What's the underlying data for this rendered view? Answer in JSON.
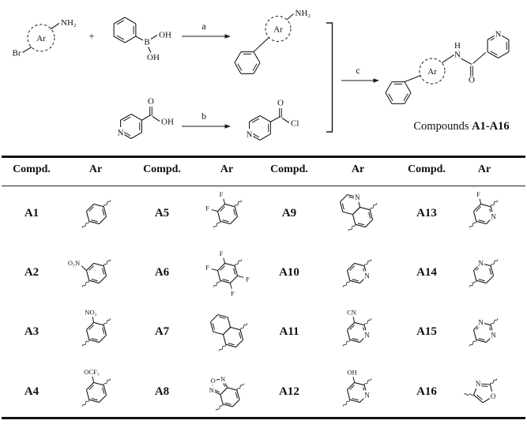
{
  "scheme": {
    "reactant1": {
      "ar": "Ar",
      "nh2": "NH₂",
      "br": "Br"
    },
    "plus": "+",
    "boronic_acid": {
      "b": "B",
      "oh_top": "OH",
      "oh_bottom": "OH"
    },
    "arrow_a": "a",
    "intermediate": {
      "ar": "Ar",
      "nh2": "NH₂"
    },
    "nicotinic_acid": {
      "n": "N",
      "o": "O",
      "oh": "OH"
    },
    "arrow_b": "b",
    "acyl_chloride": {
      "n": "N",
      "o": "O",
      "cl": "Cl"
    },
    "arrow_c": "c",
    "product": {
      "ar": "Ar",
      "h": "H",
      "n": "N",
      "o": "O",
      "pyridine_n": "N"
    },
    "caption": {
      "normal": "Compounds ",
      "bold": "A1-A16"
    }
  },
  "table": {
    "headers": [
      "Compd.",
      "Ar",
      "Compd.",
      "Ar",
      "Compd.",
      "Ar",
      "Compd.",
      "Ar"
    ],
    "compounds": [
      {
        "id": "A1",
        "ar": "benzene-1,4-diyl",
        "labels": []
      },
      {
        "id": "A2",
        "ar": "nitrobenzene-1,4-diyl (nitro ortho to lower link)",
        "labels": [
          "O₂N"
        ]
      },
      {
        "id": "A3",
        "ar": "nitrobenzene-1,4-diyl (nitro ortho to upper link)",
        "labels": [
          "NO₂"
        ]
      },
      {
        "id": "A4",
        "ar": "2-(trifluoromethoxy)benzene-1,4-diyl",
        "labels": [
          "OCF₃"
        ]
      },
      {
        "id": "A5",
        "ar": "2,3-difluorobenzene-1,4-diyl",
        "labels": [
          "F",
          "F"
        ]
      },
      {
        "id": "A6",
        "ar": "2,3,5,6-tetrafluorobenzene-1,4-diyl",
        "labels": [
          "F",
          "F",
          "F",
          "F"
        ]
      },
      {
        "id": "A7",
        "ar": "naphthalene-1,4-diyl",
        "labels": []
      },
      {
        "id": "A8",
        "ar": "benzo[c][1,2,5]oxadiazole-4,7-diyl",
        "labels": [
          "N",
          "O",
          "N"
        ]
      },
      {
        "id": "A9",
        "ar": "quinoline-5,8-diyl",
        "labels": [
          "N"
        ]
      },
      {
        "id": "A10",
        "ar": "pyridine-2,5-diyl",
        "labels": [
          "N"
        ]
      },
      {
        "id": "A11",
        "ar": "3-cyanopyridine-2,5-diyl",
        "labels": [
          "CN",
          "N"
        ]
      },
      {
        "id": "A12",
        "ar": "3-hydroxypyridine-2,5-diyl",
        "labels": [
          "OH",
          "N"
        ]
      },
      {
        "id": "A13",
        "ar": "3-fluoropyridine-2,5-diyl",
        "labels": [
          "F",
          "N"
        ]
      },
      {
        "id": "A14",
        "ar": "pyridine-2,5-diyl (N upper-left)",
        "labels": [
          "N"
        ]
      },
      {
        "id": "A15",
        "ar": "pyrimidine-2,5-diyl",
        "labels": [
          "N",
          "N"
        ]
      },
      {
        "id": "A16",
        "ar": "1,3-oxazole-2,4-diyl",
        "labels": [
          "N",
          "O"
        ]
      }
    ],
    "grid_order": [
      "A1",
      "A5",
      "A9",
      "A13",
      "A2",
      "A6",
      "A10",
      "A14",
      "A3",
      "A7",
      "A11",
      "A15",
      "A4",
      "A8",
      "A12",
      "A16"
    ]
  }
}
